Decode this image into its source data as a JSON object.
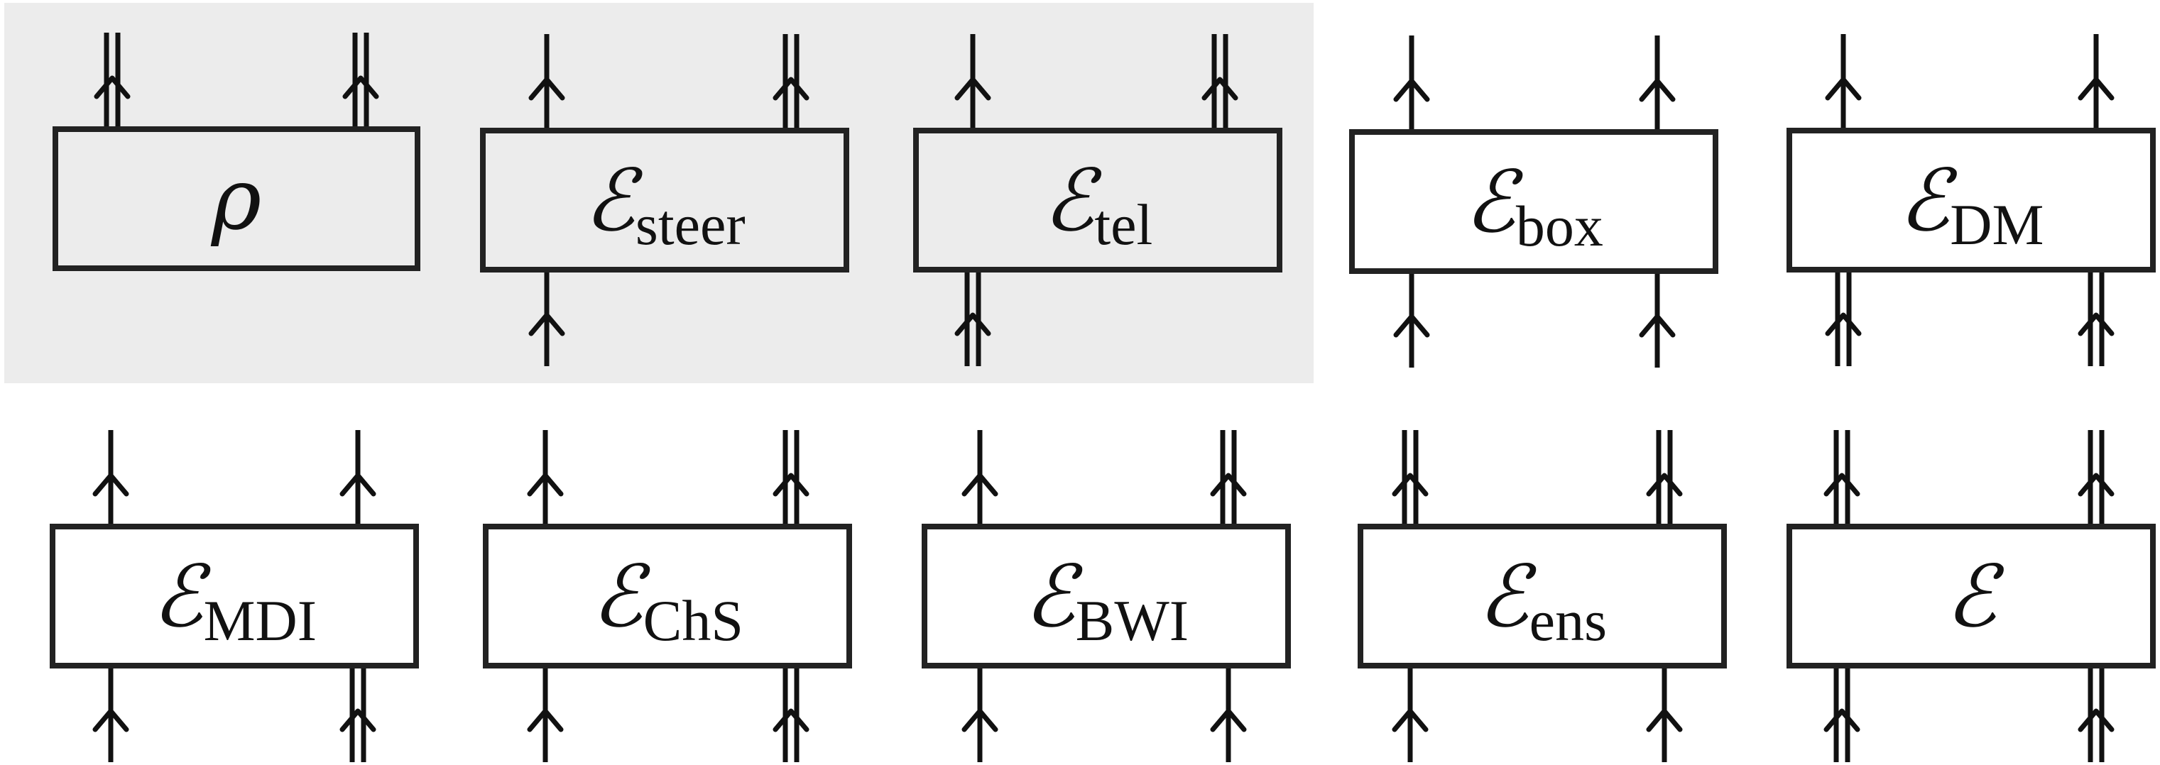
{
  "shaded_region_color": "#ececec",
  "boxes": [
    {
      "id": "rho",
      "symbol": "ρ",
      "subscript": "",
      "shaded": true,
      "top": [
        "classical",
        "classical"
      ],
      "bottom": [
        "none",
        "none"
      ]
    },
    {
      "id": "steer",
      "symbol": "ℰ",
      "subscript": "steer",
      "shaded": true,
      "top": [
        "quantum",
        "classical"
      ],
      "bottom": [
        "quantum",
        "none"
      ]
    },
    {
      "id": "tel",
      "symbol": "ℰ",
      "subscript": "tel",
      "shaded": true,
      "top": [
        "quantum",
        "classical"
      ],
      "bottom": [
        "classical",
        "none"
      ]
    },
    {
      "id": "box",
      "symbol": "ℰ",
      "subscript": "box",
      "shaded": false,
      "top": [
        "quantum",
        "quantum"
      ],
      "bottom": [
        "quantum",
        "quantum"
      ]
    },
    {
      "id": "DM",
      "symbol": "ℰ",
      "subscript": "DM",
      "shaded": false,
      "top": [
        "quantum",
        "quantum"
      ],
      "bottom": [
        "classical",
        "classical"
      ]
    },
    {
      "id": "MDI",
      "symbol": "ℰ",
      "subscript": "MDI",
      "shaded": false,
      "top": [
        "quantum",
        "quantum"
      ],
      "bottom": [
        "quantum",
        "classical"
      ]
    },
    {
      "id": "ChS",
      "symbol": "ℰ",
      "subscript": "ChS",
      "shaded": false,
      "top": [
        "quantum",
        "classical"
      ],
      "bottom": [
        "quantum",
        "classical"
      ]
    },
    {
      "id": "BWI",
      "symbol": "ℰ",
      "subscript": "BWI",
      "shaded": false,
      "top": [
        "quantum",
        "classical"
      ],
      "bottom": [
        "quantum",
        "quantum"
      ]
    },
    {
      "id": "ens",
      "symbol": "ℰ",
      "subscript": "ens",
      "shaded": false,
      "top": [
        "classical",
        "classical"
      ],
      "bottom": [
        "quantum",
        "quantum"
      ]
    },
    {
      "id": "gen",
      "symbol": "ℰ",
      "subscript": "",
      "shaded": false,
      "top": [
        "classical",
        "classical"
      ],
      "bottom": [
        "classical",
        "classical"
      ]
    }
  ]
}
